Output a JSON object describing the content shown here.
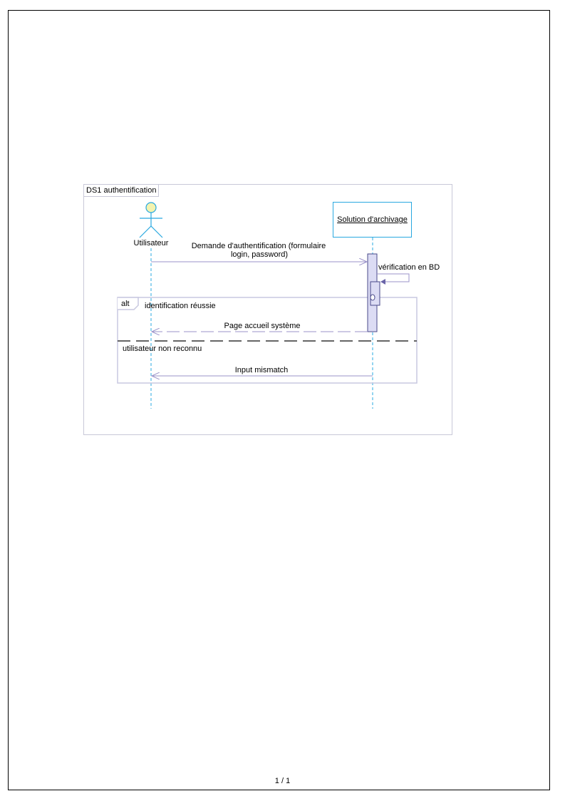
{
  "diagram": {
    "frame_title": "DS1 authentification",
    "actor_label": "Utilisateur",
    "system_label": "Solution d'archivage",
    "message_request_line1": "Demande d'authentification (formulaire",
    "message_request_line2": "login, password)",
    "self_message": "vérification en BD",
    "alt_label": "alt",
    "guard_success": "identification réussie",
    "message_success": "Page accueil système",
    "guard_failure": "utilisateur non reconnu",
    "message_failure": "Input mismatch",
    "colors": {
      "lifeline": "#29a8e0",
      "message": "#9b93c9",
      "activation_fill": "#dcdcf4",
      "activation_border": "#4a4a8a",
      "fragment_border": "#c8c8e0",
      "separator": "#333333"
    }
  },
  "footer": {
    "page_number": "1 / 1"
  }
}
